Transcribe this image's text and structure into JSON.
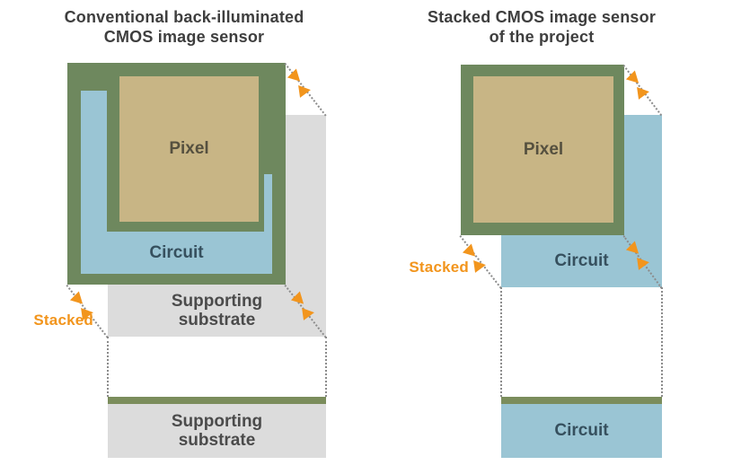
{
  "figure": {
    "left": {
      "title_line1": "Conventional back-illuminated",
      "title_line2": "CMOS image sensor",
      "pixel_label": "Pixel",
      "circuit_label": "Circuit",
      "substrate_line1": "Supporting",
      "substrate_line2": "substrate",
      "bottom_substrate_line1": "Supporting",
      "bottom_substrate_line2": "substrate",
      "stacked_label": "Stacked"
    },
    "right": {
      "title_line1": "Stacked CMOS image sensor",
      "title_line2": "of the project",
      "pixel_label": "Pixel",
      "circuit_label": "Circuit",
      "bottom_circuit_label": "Circuit",
      "stacked_label": "Stacked"
    }
  },
  "icons": {
    "stack_arrow": "orange-triangle-arrowhead"
  },
  "colors": {
    "green": "#6e885e",
    "strip-green": "#7b8d5c",
    "blue": "#9ac5d4",
    "tan": "#c8b585",
    "gray": "#dcdcdc",
    "orange": "#f2951d",
    "title-text": "#3e3e3e",
    "pixel-text": "#55503f",
    "circuit-text": "#36505e",
    "substrate-text": "#4b4b4b",
    "dot-line": "#8c8c8c"
  }
}
